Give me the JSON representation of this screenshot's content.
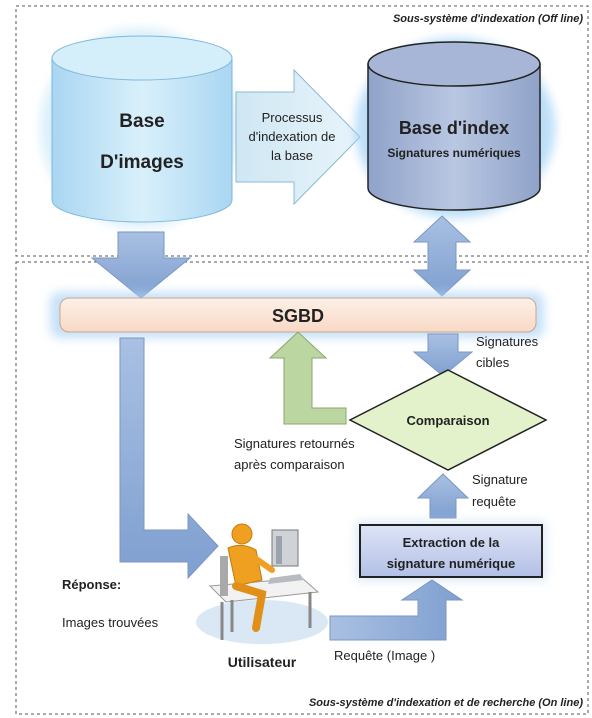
{
  "subsystems": {
    "offline_label": "Sous-système d'indexation (Off line)",
    "online_label": "Sous-système d'indexation et de recherche (On line)"
  },
  "image_db": {
    "line1": "Base",
    "line2": "D'images"
  },
  "index_process": {
    "line1": "Processus",
    "line2": "d'indexation de",
    "line3": "la base"
  },
  "index_db": {
    "title": "Base d'index",
    "subtitle": "Signatures numériques"
  },
  "sgbd": {
    "label": "SGBD"
  },
  "target_signatures": {
    "line1": "Signatures",
    "line2": "cibles"
  },
  "comparison": {
    "label": "Comparaison"
  },
  "returned_signatures": {
    "line1": "Signatures retournés",
    "line2": "après comparaison"
  },
  "query_signature": {
    "line1": "Signature",
    "line2": "requête"
  },
  "extraction": {
    "line1": "Extraction de la",
    "line2": "signature numérique"
  },
  "response": {
    "title": "Réponse:",
    "detail": "Images trouvées"
  },
  "user": {
    "label": "Utilisateur"
  },
  "query": {
    "label": "Requête  (Image )"
  },
  "icons": [
    "user-at-computer-icon"
  ],
  "colors": {
    "image_db": "#bfe3f7",
    "index_db": "#a8b8d8",
    "arrow_blue": "#8eaad6",
    "arrow_green": "#bcd6a2",
    "sgbd_fill": "#fbe3d4",
    "comparison_fill": "#e4f2cc",
    "extraction_fill": "#c8d2ee"
  }
}
